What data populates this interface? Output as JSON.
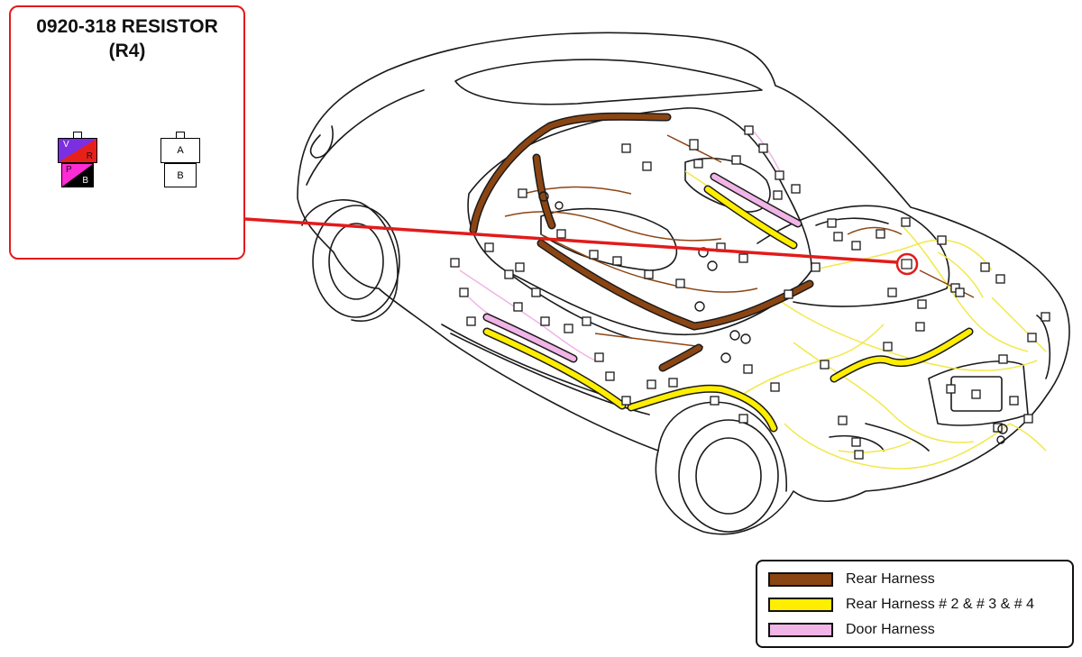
{
  "callout": {
    "title_line1": "0920-318 RESISTOR",
    "title_line2": "(R4)",
    "colored_connector": {
      "pin_a_colors": [
        "V",
        "R"
      ],
      "pin_b_colors": [
        "P",
        "B"
      ]
    },
    "outline_connector": {
      "pin_a": "A",
      "pin_b": "B"
    }
  },
  "legend": {
    "items": [
      {
        "label": "Rear Harness",
        "color": "#8b4513"
      },
      {
        "label": "Rear Harness # 2 & # 3 & # 4",
        "color": "#ffee00"
      },
      {
        "label": "Door Harness",
        "color": "#f0b4e6"
      }
    ]
  },
  "colors": {
    "callout_red": "#e21b1b",
    "violet": "#7b2fe0",
    "red": "#e8201a",
    "pink": "#ff2bd6",
    "black": "#000000"
  }
}
